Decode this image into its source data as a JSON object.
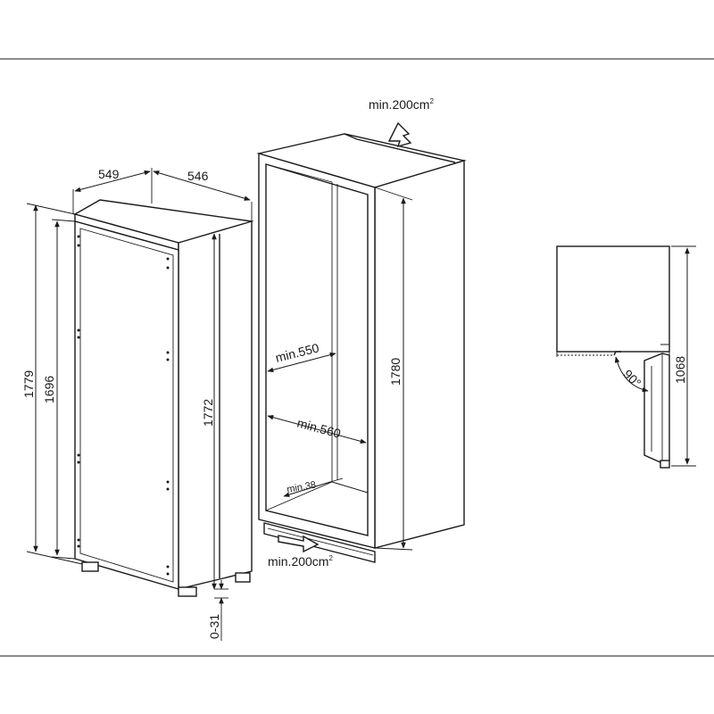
{
  "dimensions": {
    "width_549": "549",
    "depth_546": "546",
    "height_1779": "1779",
    "height_1696": "1696",
    "height_1772": "1772",
    "feet_0_31": "0-31",
    "niche_1780": "1780",
    "niche_min550": "min.550",
    "niche_min560": "min.560",
    "niche_min38": "min.38",
    "vent_top": "min.200cm",
    "vent_top_sup": "2",
    "vent_bottom": "min.200cm",
    "vent_bottom_sup": "2",
    "door_angle": "90°",
    "door_height_1068": "1068"
  }
}
